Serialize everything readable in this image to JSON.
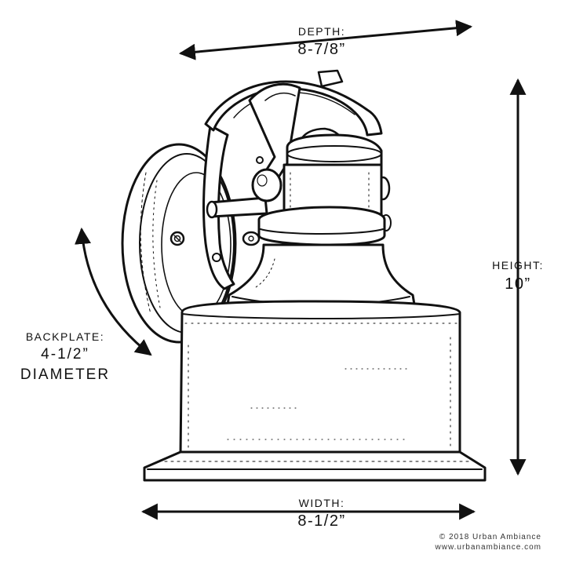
{
  "dimensions": {
    "depth": {
      "label": "DEPTH:",
      "value": "8-7/8”"
    },
    "height": {
      "label": "HEIGHT:",
      "value": "10”"
    },
    "backplate": {
      "label": "BACKPLATE:",
      "value": "4-1/2”",
      "extra": "DIAMETER"
    },
    "width": {
      "label": "WIDTH:",
      "value": "8-1/2”"
    }
  },
  "footer": {
    "copyright": "© 2018 Urban Ambiance",
    "website": "www.urbanambiance.com"
  },
  "colors": {
    "ink": "#111111",
    "background": "#ffffff"
  },
  "icons": {
    "product": "outdoor-wall-lantern-sketch",
    "arrows": "double-headed-dimension-arrow"
  }
}
